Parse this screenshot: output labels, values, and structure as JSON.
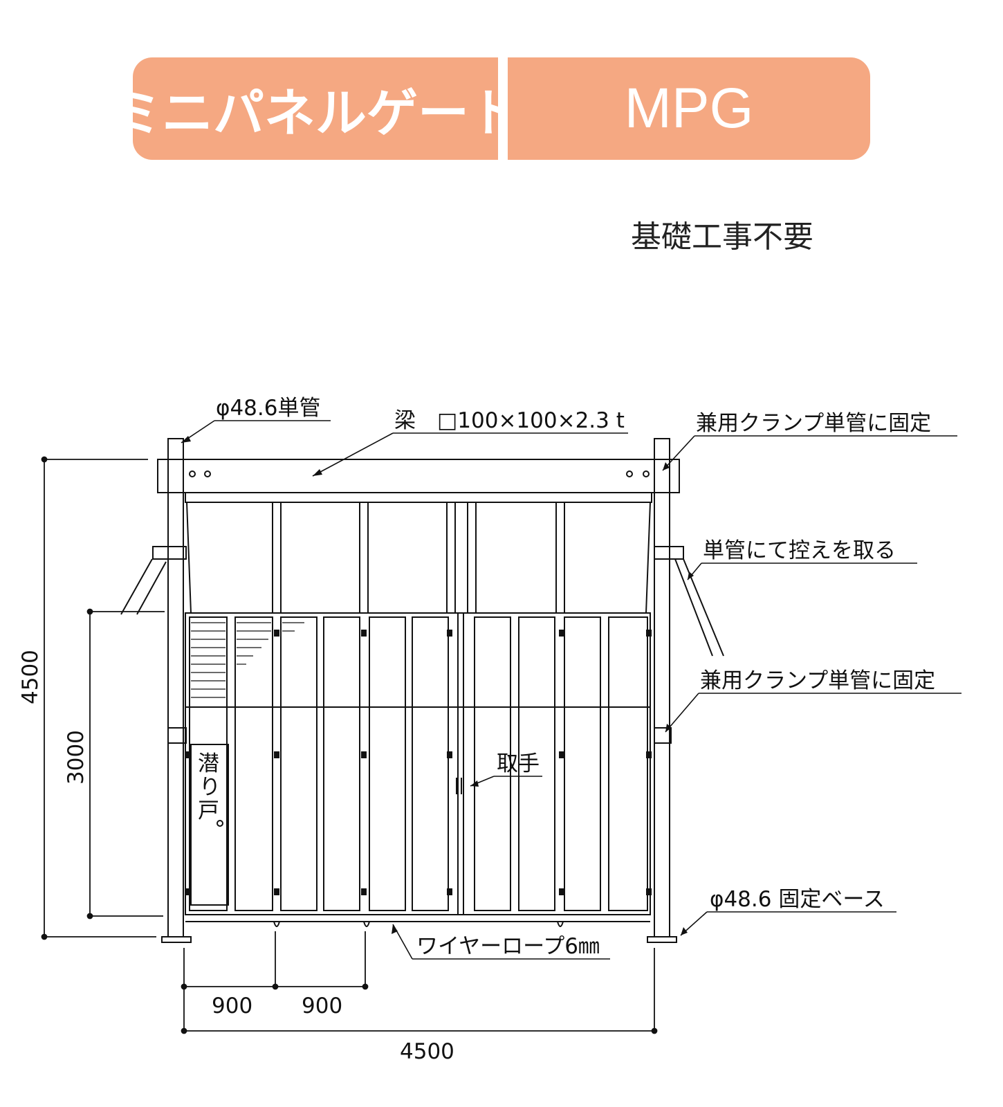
{
  "header": {
    "title_ja": "ミニパネルゲート",
    "code": "MPG",
    "accent_color": "#f5a882"
  },
  "subtitle": "基礎工事不要",
  "labels": {
    "pipe_top": "φ48.6単管",
    "beam": "梁　□100×100×2.3 t",
    "clamp_top": "兼用クランプ単管に固定",
    "brace": "単管にて控えを取る",
    "clamp_mid": "兼用クランプ単管に固定",
    "wicket_line1": "潜",
    "wicket_line2": "り",
    "wicket_line3": "戸",
    "handle": "取手",
    "base": "φ48.6 固定ベース",
    "wire": "ワイヤーロープ6㎜"
  },
  "dimensions": {
    "total_height": "4500",
    "panel_height": "3000",
    "panel_width_1": "900",
    "panel_width_2": "900",
    "total_width": "4500"
  }
}
